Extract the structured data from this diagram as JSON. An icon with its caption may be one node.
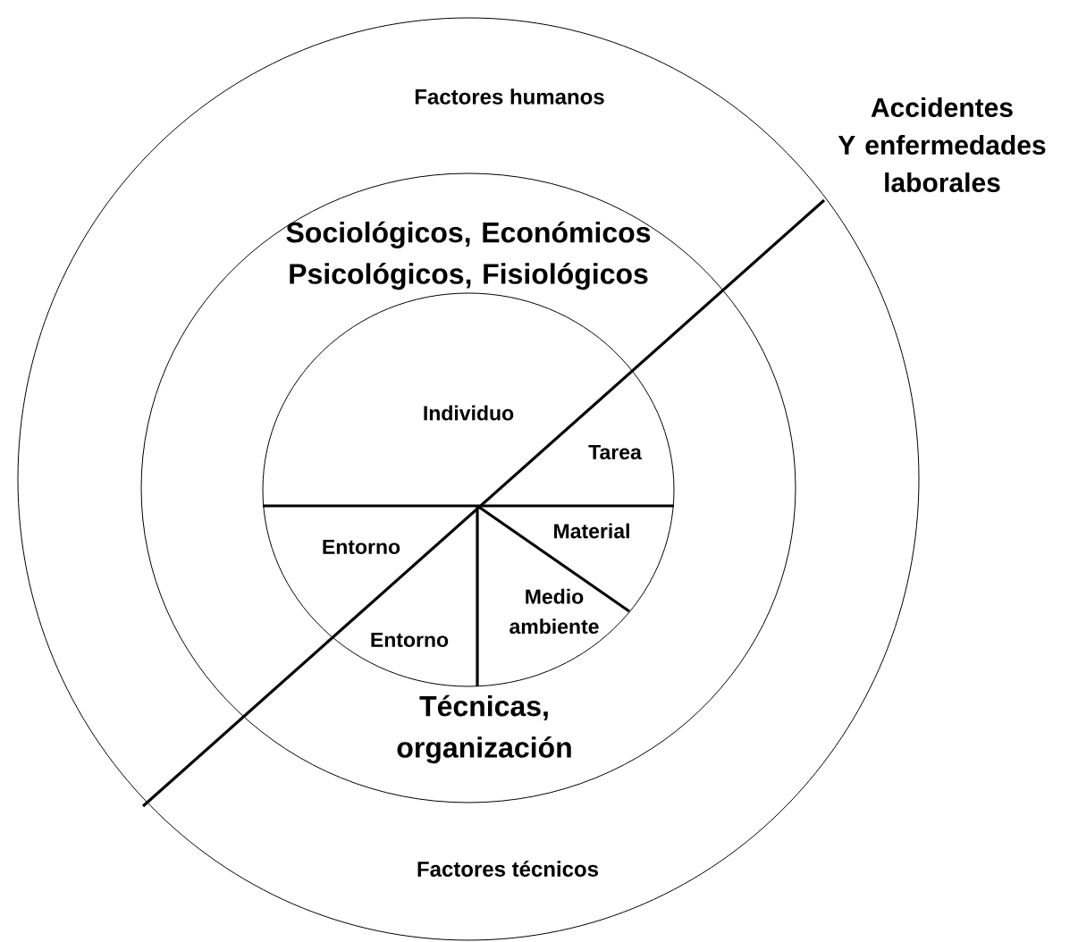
{
  "diagram": {
    "nodes": [
      {
        "text": [
          "Factores humanos",
          "Factores técnicos"
        ]
      },
      {
        "text": [
          "Sociológicos, Económicos Psicológicos, Fisiológicos",
          "Técnicas, organización"
        ],
        "in": 0
      },
      {
        "text": [
          "Individuo",
          "Tarea",
          "Material",
          "Medio ambiente",
          "Entorno",
          "Entorno"
        ],
        "in": 1
      }
    ],
    "labels": [
      "Accidentes Y enfermedades laborales"
    ]
  }
}
